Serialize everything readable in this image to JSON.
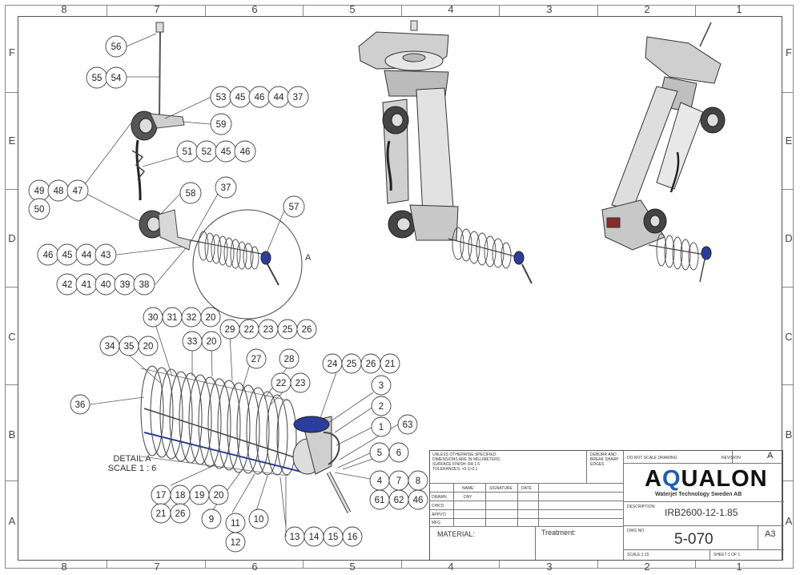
{
  "zones": {
    "columns": [
      "8",
      "7",
      "6",
      "5",
      "4",
      "3",
      "2",
      "1"
    ],
    "rows": [
      "F",
      "E",
      "D",
      "C",
      "B",
      "A"
    ]
  },
  "detail": {
    "circle_label": "A",
    "title_line1": "DETAIL A",
    "title_line2": "SCALE 1 : 6"
  },
  "balloons_top": [
    "56",
    "55",
    "54",
    "53",
    "45",
    "46",
    "44",
    "37",
    "59",
    "51",
    "52",
    "45",
    "46",
    "49",
    "48",
    "47",
    "50",
    "58",
    "37",
    "57",
    "46",
    "45",
    "44",
    "43",
    "42",
    "41",
    "40",
    "39",
    "38"
  ],
  "balloons_detail": [
    "30",
    "31",
    "32",
    "20",
    "34",
    "35",
    "20",
    "33",
    "20",
    "29",
    "22",
    "23",
    "25",
    "26",
    "27",
    "28",
    "22",
    "23",
    "24",
    "25",
    "26",
    "21",
    "36",
    "3",
    "2",
    "1",
    "63",
    "5",
    "6",
    "4",
    "7",
    "8",
    "61",
    "62",
    "46",
    "17",
    "18",
    "19",
    "20",
    "21",
    "26",
    "9",
    "11",
    "12",
    "10",
    "13",
    "14",
    "15",
    "16"
  ],
  "title_block": {
    "general_tolerance": "UNLESS OTHERWISE SPECIFIED:\nDIMENSIONS ARE IN MILLIMETERS\nSURFACE FINISH: RA 1.6\nTOLERANCES: +0.1/-0.1",
    "deburr": "DEBURR AND\nBREAK SHARP\nEDGES",
    "do_not_scale": "DO NOT SCALE DRAWING",
    "revision_label": "REVISION",
    "revision_value": "A",
    "col_name": "NAME",
    "col_signature": "SIGNATURE",
    "col_date": "DATE",
    "row_drawn": "DRAWN",
    "drawn_name": "DNY",
    "row_chkd": "CHK'D",
    "row_appvd": "APPV'D",
    "row_mfg": "MFG",
    "material_label": "MATERIAL:",
    "treatment_label": "Treatment:",
    "company_logo_left": "A",
    "company_logo_q": "Q",
    "company_logo_right": "UALON",
    "company_sub": "Waterjet Technology Sweden AB",
    "description_label": "DESCRIPTION:",
    "description": "IRB2600-12-1.85",
    "dwg_no_label": "DWG NO.",
    "dwg_no": "5-070",
    "size": "A3",
    "scale": "SCALE:1:15",
    "sheet": "SHEET 1 OF 1"
  },
  "colors": {
    "accent_blue": "#1b5fb4",
    "cap_blue": "#2a3f9c",
    "line": "#444444"
  }
}
